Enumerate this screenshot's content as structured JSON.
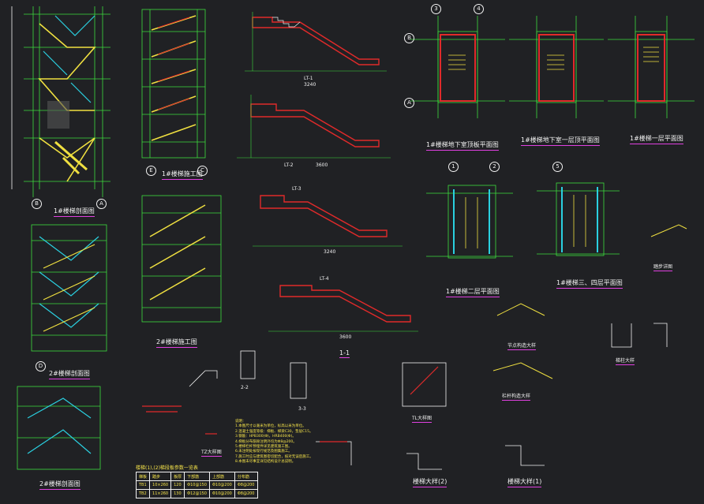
{
  "drawing_labels": {
    "sec_1a": "1#楼梯剖面图",
    "sec_2a": "2#楼梯剖面图",
    "sec_2b": "2#楼梯剖面图",
    "constr_1": "1#楼梯施工图",
    "constr_2": "2#楼梯施工图",
    "plan_top_left": "1#楼梯地下室顶板平面图",
    "plan_top_mid": "1#楼梯地下室一层顶平面图",
    "plan_top_right": "1#楼梯一层平面图",
    "plan_2f": "1#楼梯二层平面图",
    "plan_3_4f": "1#楼梯三、四层平面图",
    "large_a": "楼梯大样(2)",
    "large_b": "楼梯大样(1)",
    "node_detail": "节点构造大样",
    "railing_detail": "栏杆构造大样",
    "step_detail": "踏步详图",
    "tb_detail": "TL大样图",
    "pier": "梯柱大样",
    "pt_table_title": "楼梯(1),(2)梯段板参数一览表",
    "tz_label": "TZ大样图"
  },
  "flight_labels": {
    "ts1": "LT-1",
    "ts2": "LT-2",
    "ts3": "LT-3",
    "ts4": "LT-4",
    "span1": "3240",
    "span2": "3600",
    "span3": "3240",
    "span4": "3600"
  },
  "section_marks": {
    "s11": "1-1",
    "s22": "2-2",
    "s33": "3-3"
  },
  "grid_marks": {
    "a": "A",
    "b": "B",
    "c": "C",
    "d": "D",
    "e": "E",
    "n1": "1",
    "n2": "2",
    "n3": "3",
    "n4": "4",
    "n5": "5"
  },
  "notes": [
    "说明：",
    "1.本图尺寸以毫米为单位，标高以米为单位。",
    "2.混凝土强度等级：梯板、梯梁C30，垫层C15。",
    "3.钢筋：HPB300(Φ)，HRB400(Φ)。",
    "4.梯板分布筋除注明外均为Φ8@200。",
    "5.楼梯栏杆预埋件详见建筑施工图。",
    "6.未注明处按现行规范及图集施工。",
    "7.施工时应与建筑图密切配合，核对无误后施工。",
    "8.本图未尽事宜详见结构设计总说明。"
  ],
  "param_table": {
    "header": [
      "梯板",
      "踏步",
      "板厚",
      "下部筋",
      "上部筋",
      "分布筋"
    ],
    "rows": [
      [
        "TB1",
        "10×260",
        "120",
        "Φ10@150",
        "Φ10@200",
        "Φ8@200"
      ],
      [
        "TB2",
        "11×260",
        "130",
        "Φ12@150",
        "Φ10@200",
        "Φ8@200"
      ]
    ]
  },
  "colors": {
    "background": "#202124",
    "grid_line": "#3ddc3d",
    "stair": "#f0e040",
    "rebar": "#e02a2a",
    "hatch": "#2ad0e0",
    "text": "#f2f2f2",
    "label_underline": "#e040e0"
  }
}
